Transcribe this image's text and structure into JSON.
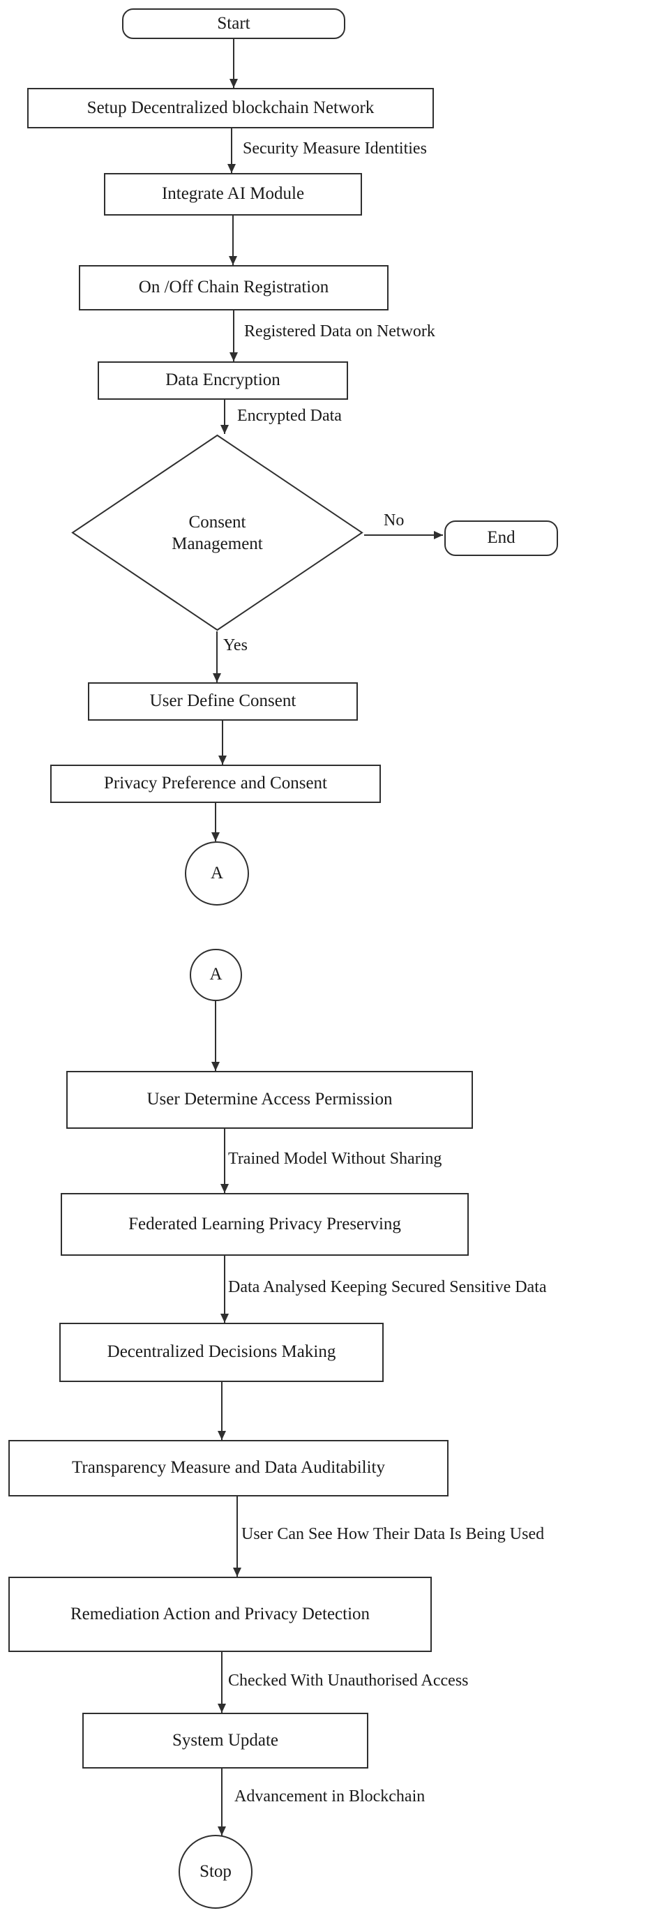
{
  "page": {
    "background": "#ffffff",
    "line_color": "#2f2f2f",
    "text_color": "#1a1a1a"
  },
  "nodes": {
    "start": "Start",
    "setup": "Setup Decentralized blockchain Network",
    "integrate": "Integrate AI Module",
    "onoff": "On /Off Chain Registration",
    "encrypt": "Data Encryption",
    "consent": "Consent Management",
    "end": "End",
    "user_define": "User Define Consent",
    "privacy_pref": "Privacy Preference and Consent",
    "connector_a": "A",
    "connector_a2": "A",
    "access_perm": "User Determine Access Permission",
    "federated": "Federated Learning Privacy Preserving",
    "decentralized": "Decentralized Decisions Making",
    "transparency": "Transparency Measure and Data Auditability",
    "remediation": "Remediation Action and Privacy Detection",
    "system_update": "System Update",
    "stop": "Stop"
  },
  "edges": {
    "security": "Security Measure Identities",
    "registered": "Registered Data on Network",
    "encrypted": "Encrypted Data",
    "no": "No",
    "yes": "Yes",
    "trained": "Trained Model Without Sharing",
    "analysed": "Data Analysed Keeping Secured Sensitive Data",
    "see_data": "User Can See How Their Data Is Being Used",
    "checked": "Checked With Unauthorised Access",
    "advancement": "Advancement in Blockchain"
  }
}
